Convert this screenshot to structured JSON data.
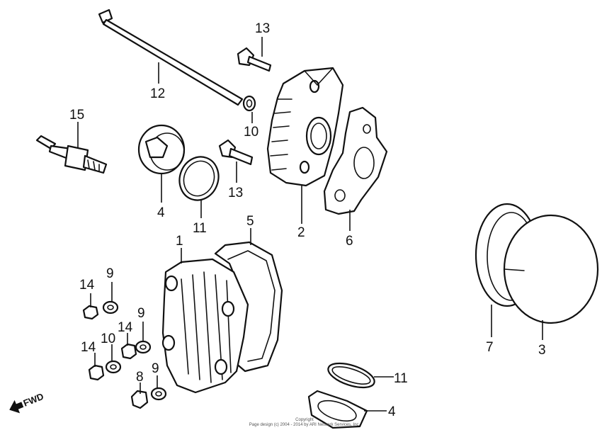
{
  "callouts": [
    {
      "id": "c13a",
      "text": "13"
    },
    {
      "id": "c12",
      "text": "12"
    },
    {
      "id": "c15",
      "text": "15"
    },
    {
      "id": "c10a",
      "text": "10"
    },
    {
      "id": "c13b",
      "text": "13"
    },
    {
      "id": "c4a",
      "text": "4"
    },
    {
      "id": "c11a",
      "text": "11"
    },
    {
      "id": "c2",
      "text": "2"
    },
    {
      "id": "c6",
      "text": "6"
    },
    {
      "id": "c5",
      "text": "5"
    },
    {
      "id": "c1",
      "text": "1"
    },
    {
      "id": "c14a",
      "text": "14"
    },
    {
      "id": "c9a",
      "text": "9"
    },
    {
      "id": "c9b",
      "text": "9"
    },
    {
      "id": "c14b",
      "text": "14"
    },
    {
      "id": "c10b",
      "text": "10"
    },
    {
      "id": "c14c",
      "text": "14"
    },
    {
      "id": "c8",
      "text": "8"
    },
    {
      "id": "c9c",
      "text": "9"
    },
    {
      "id": "c11b",
      "text": "11"
    },
    {
      "id": "c4b",
      "text": "4"
    },
    {
      "id": "c7",
      "text": "7"
    },
    {
      "id": "c3",
      "text": "3"
    }
  ],
  "direction_marker": {
    "label": "FWD"
  },
  "copyright": {
    "line1": "Copyright",
    "line2": "Page design (c) 2004 - 2014 by ARI Network Services, Inc."
  }
}
